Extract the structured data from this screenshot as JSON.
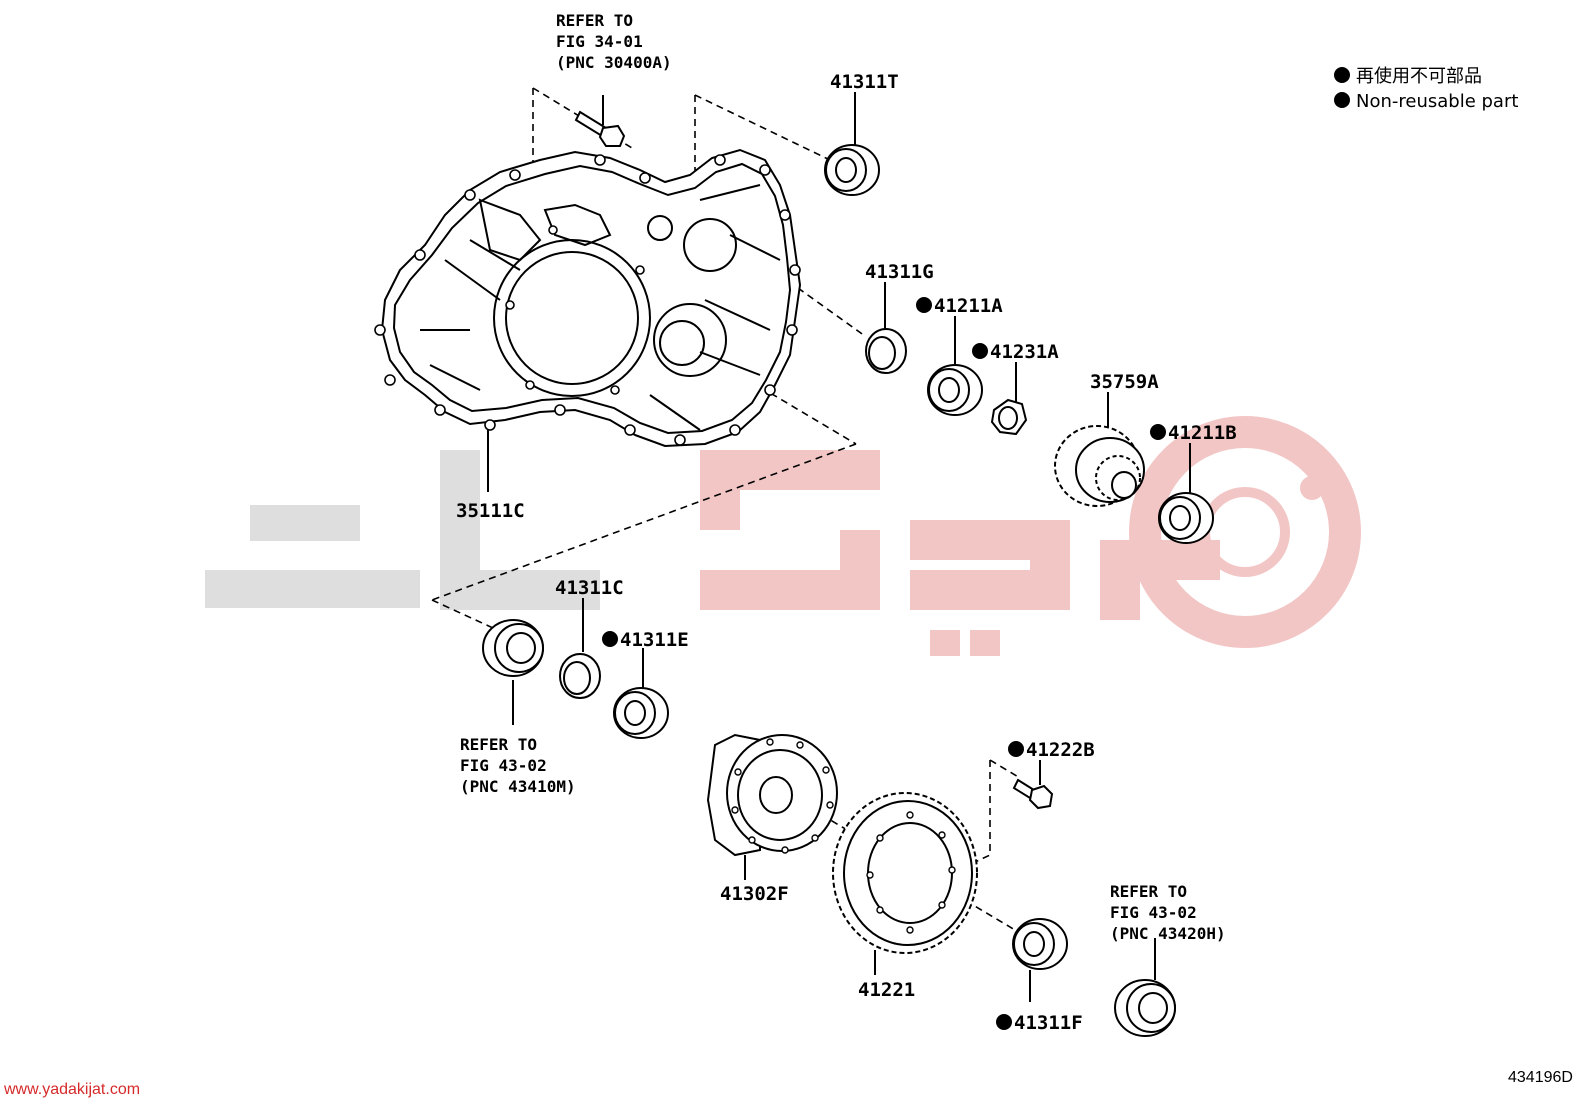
{
  "legend": {
    "line_jp": "再使用不可部品",
    "line_en": "Non-reusable part"
  },
  "refs": {
    "top": {
      "l1": "REFER TO",
      "l2": "FIG 34-01",
      "l3": "(PNC 30400A)"
    },
    "left": {
      "l1": "REFER TO",
      "l2": "FIG 43-02",
      "l3": "(PNC 43410M)"
    },
    "right": {
      "l1": "REFER TO",
      "l2": "FIG 43-02",
      "l3": "(PNC 43420H)"
    }
  },
  "parts": {
    "p41311T": "41311T",
    "p41311G": "41311G",
    "p41211A": "41211A",
    "p41231A": "41231A",
    "p35759A": "35759A",
    "p41211B": "41211B",
    "p35111C": "35111C",
    "p41311C": "41311C",
    "p41311E": "41311E",
    "p41222B": "41222B",
    "p41302F": "41302F",
    "p41221": "41221",
    "p41311F": "41311F"
  },
  "footer": {
    "website": "www.yadakijat.com",
    "diagram_code": "434196D"
  },
  "colors": {
    "ink": "#000000",
    "watermark_gray": "#d9d9d9",
    "watermark_red": "#f2c2c2",
    "site_red": "#d62a2a"
  }
}
